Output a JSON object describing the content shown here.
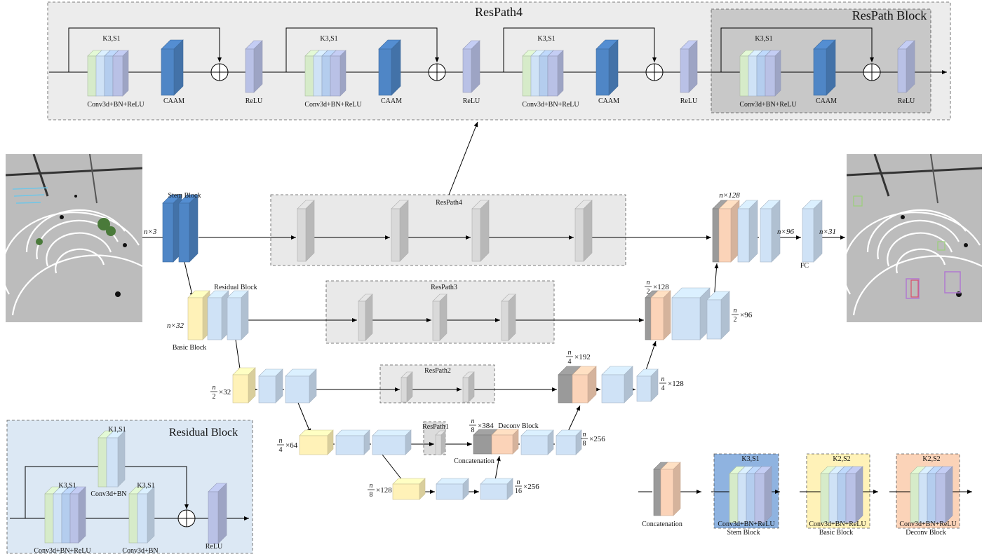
{
  "colors": {
    "dark_blue": "#4f86c6",
    "light_blue": "#cfe2f6",
    "mid_blue": "#b4cdee",
    "lavender": "#b9c1e6",
    "green": "#d6ebc9",
    "yellow": "#fff2b8",
    "orange": "#fbd3b8",
    "gray": "#d9d9d9",
    "dark_gray": "#9a9a9a",
    "respath_bg": "#ececec",
    "block_bg": "#c8c8c8",
    "residual_bg": "#dce8f4"
  },
  "top_panel": {
    "title": "ResPath4",
    "block_title": "ResPath Block",
    "conv_label": "Conv3d+BN+ReLU",
    "kernel_label": "K3,S1",
    "caam_label": "CAAM",
    "relu_label": "ReLU"
  },
  "main": {
    "stem_block": "Stem Block",
    "residual_block": "Residual Block",
    "basic_block": "Basic Block",
    "respath4": "ResPath4",
    "respath3": "ResPath3",
    "respath2": "ResPath2",
    "respath1": "ResPath1",
    "deconv_block": "Deconv Block",
    "concatenation": "Concatenation",
    "fc": "FC",
    "dims": {
      "n3": "n×3",
      "n32": "n×32",
      "n96": "n×96",
      "n31": "n×31",
      "n128_top": "n×128",
      "half_32": "×32",
      "quarter_64": "×64",
      "eighth_128": "×128",
      "half_128": "×128",
      "half_96": "×96",
      "quarter_192": "×192",
      "quarter_128": "×128",
      "eighth_384": "×384",
      "eighth_256": "×256",
      "sixteenth_256": "×256"
    },
    "frac": {
      "n": "n",
      "d2": "2",
      "d4": "4",
      "d8": "8",
      "d16": "16"
    }
  },
  "residual_panel": {
    "title": "Residual Block",
    "k1": "K1,S1",
    "k3a": "K3,S1",
    "k3b": "K3,S1",
    "conv_bn": "Conv3d+BN",
    "conv_bn_relu": "Conv3d+BN+ReLU",
    "conv_bn2": "Conv3d+BN",
    "relu": "ReLU"
  },
  "legend": {
    "concatenation": "Concatenation",
    "stem_k": "K3,S1",
    "stem_conv": "Conv3d+BN+ReLU",
    "stem_name": "Stem Block",
    "basic_k": "K2,S2",
    "basic_conv": "Conv3d+BN+ReLU",
    "basic_name": "Basic Block",
    "deconv_k": "K2,S2",
    "deconv_conv": "Conv3d+BN+ReLU",
    "deconv_name": "Deconv Block"
  }
}
